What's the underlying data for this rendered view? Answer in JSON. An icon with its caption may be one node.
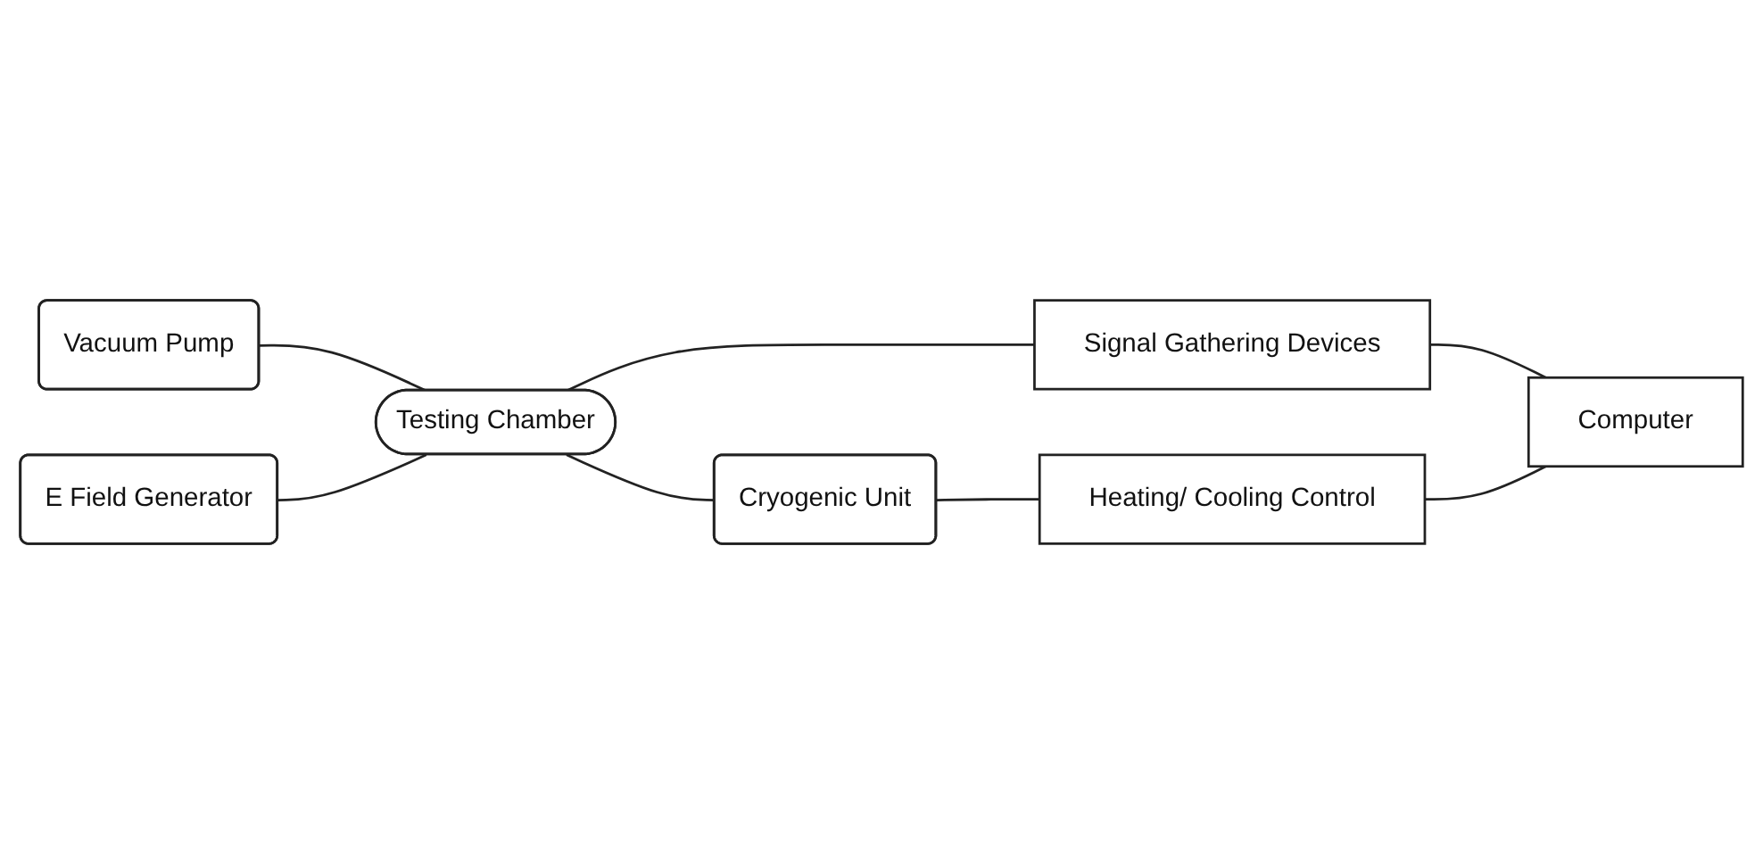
{
  "diagram": {
    "nodes": [
      {
        "text": [
          "Vacuum Pump"
        ]
      },
      {
        "text": [
          "E Field Generator"
        ]
      },
      {
        "text": [
          "Testing Chamber"
        ]
      },
      {
        "text": [
          "Signal Gathering Devices"
        ]
      },
      {
        "text": [
          "Computer"
        ]
      },
      {
        "text": [
          "Cryogenic Unit"
        ]
      },
      {
        "text": [
          "Heating/ Cooling Control"
        ]
      }
    ],
    "edges": [
      {
        "from": 0,
        "to": 2,
        "arrow": "none"
      },
      {
        "from": 1,
        "to": 2,
        "arrow": "none"
      },
      {
        "from": 2,
        "to": 3,
        "arrow": "none"
      },
      {
        "from": 3,
        "to": 4,
        "arrow": "none"
      },
      {
        "from": 2,
        "to": 5,
        "arrow": "none"
      },
      {
        "from": 5,
        "to": 6,
        "arrow": "none"
      },
      {
        "from": 6,
        "to": 4,
        "arrow": "none"
      }
    ]
  }
}
